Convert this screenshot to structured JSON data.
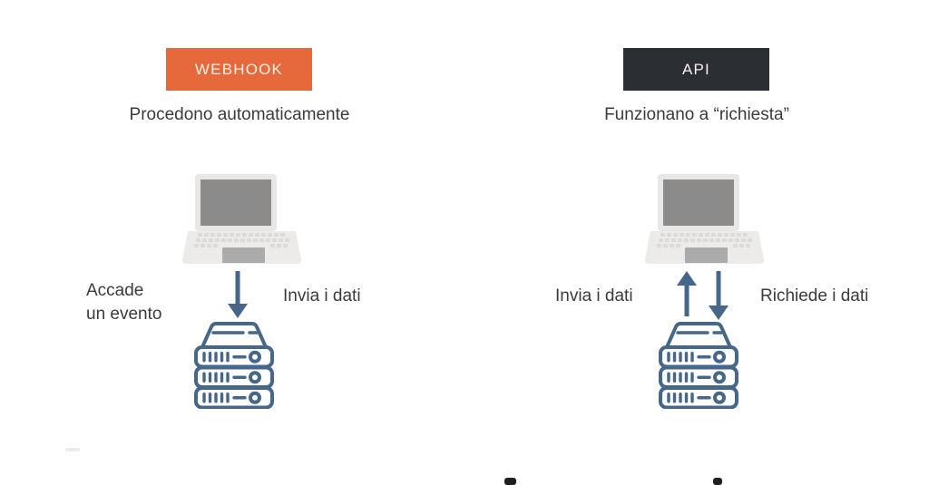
{
  "canvas": {
    "background": "#FFFFFF"
  },
  "colors": {
    "orange": "#E6693C",
    "dark": "#2B2E32",
    "blue": "#46678A",
    "ink": "#3B3B3D",
    "laptopBody": "#ECEBE9",
    "laptopLid": "#E8E7E5",
    "laptopScreen": "#8B8B8B",
    "laptopKeys": "#DCDBD9",
    "laptopPad": "#ABABAB",
    "badgeText": "#F7F1EB"
  },
  "webhook": {
    "badge_label": "WEBHOOK",
    "subtitle": "Procedono automaticamente",
    "event_lines": [
      "Accade",
      "un evento"
    ],
    "send_label": "Invia i dati"
  },
  "api": {
    "badge_label": "API",
    "subtitle": "Funzionano a “richiesta”",
    "send_label": "Invia i dati",
    "request_label": "Richiede i dati"
  },
  "icons": {
    "computer": "laptop-icon",
    "server": "server-stack-icon",
    "webhook_flow": "arrow-down-icon",
    "api_request_flow": "arrow-down-icon",
    "api_send_flow": "arrow-up-icon"
  }
}
